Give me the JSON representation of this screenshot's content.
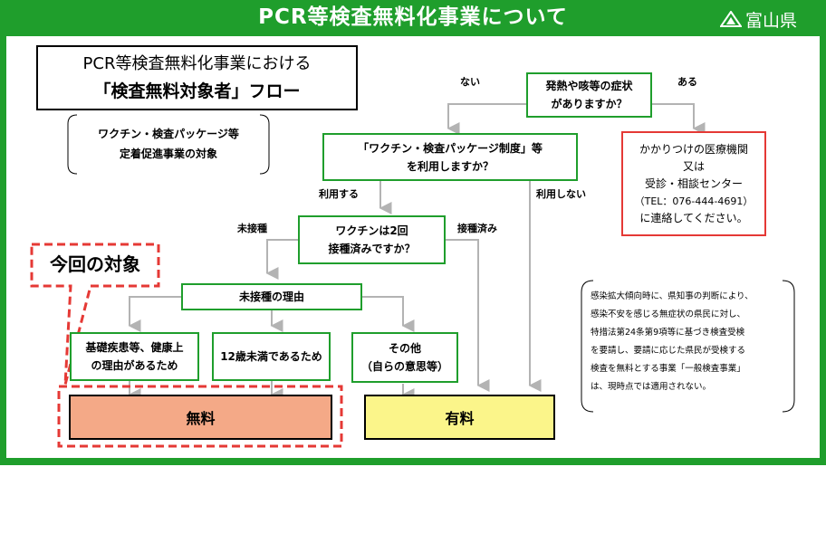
{
  "header": {
    "title": "PCR等検査無料化事業について",
    "logo_text": "富山県",
    "logo_icon": "toyama-mountain-emblem-icon"
  },
  "title_box": {
    "line1": "PCR等検査無料化事業における",
    "line2": "「検査無料対象者」フロー"
  },
  "target_note": {
    "line1": "ワクチン・検査パッケージ等",
    "line2": "定着促進事業の対象"
  },
  "current_target_label": "今回の対象",
  "q_symptoms": {
    "line1": "発熱や咳等の症状",
    "line2": "がありますか？",
    "no": "ない",
    "yes": "ある"
  },
  "contact_box": {
    "line1": "かかりつけの医療機関",
    "line2": "又は",
    "line3": "受診・相談センター",
    "line4": "（TEL：076-444-4691）",
    "line5": "に連絡してください。"
  },
  "q_package": {
    "line1": "「ワクチン・検査パッケージ制度」等",
    "line2": "を利用しますか？",
    "use": "利用する",
    "not_use": "利用しない"
  },
  "q_vaccine": {
    "line1": "ワクチンは2回",
    "line2": "接種済みですか？",
    "not_vaccinated": "未接種",
    "vaccinated": "接種済み"
  },
  "reason_box": {
    "label": "未接種の理由"
  },
  "reasons": [
    {
      "line1": "基礎疾患等、健康上",
      "line2": "の理由があるため"
    },
    {
      "line1": "12歳未満であるため",
      "line2": ""
    },
    {
      "line1": "その他",
      "line2": "（自らの意思等）"
    }
  ],
  "result_free": "無料",
  "result_paid": "有料",
  "side_note": {
    "line1": "感染拡大傾向時に、県知事の判断により、",
    "line2": "感染不安を感じる無症状の県民に対し、",
    "line3": "特措法第24条第9項等に基づき検査受検",
    "line4": "を要請し、要請に応じた県民が受検する",
    "line5": "検査を無料とする事業「一般検査事業」",
    "line6": "は、現時点では適用されない。"
  },
  "colors": {
    "brand_green": "#1f9e2c",
    "free_fill": "#f4a987",
    "paid_fill": "#fbf58a",
    "dashed_red": "#e53935",
    "arrow_gray": "#b3b3b3"
  }
}
